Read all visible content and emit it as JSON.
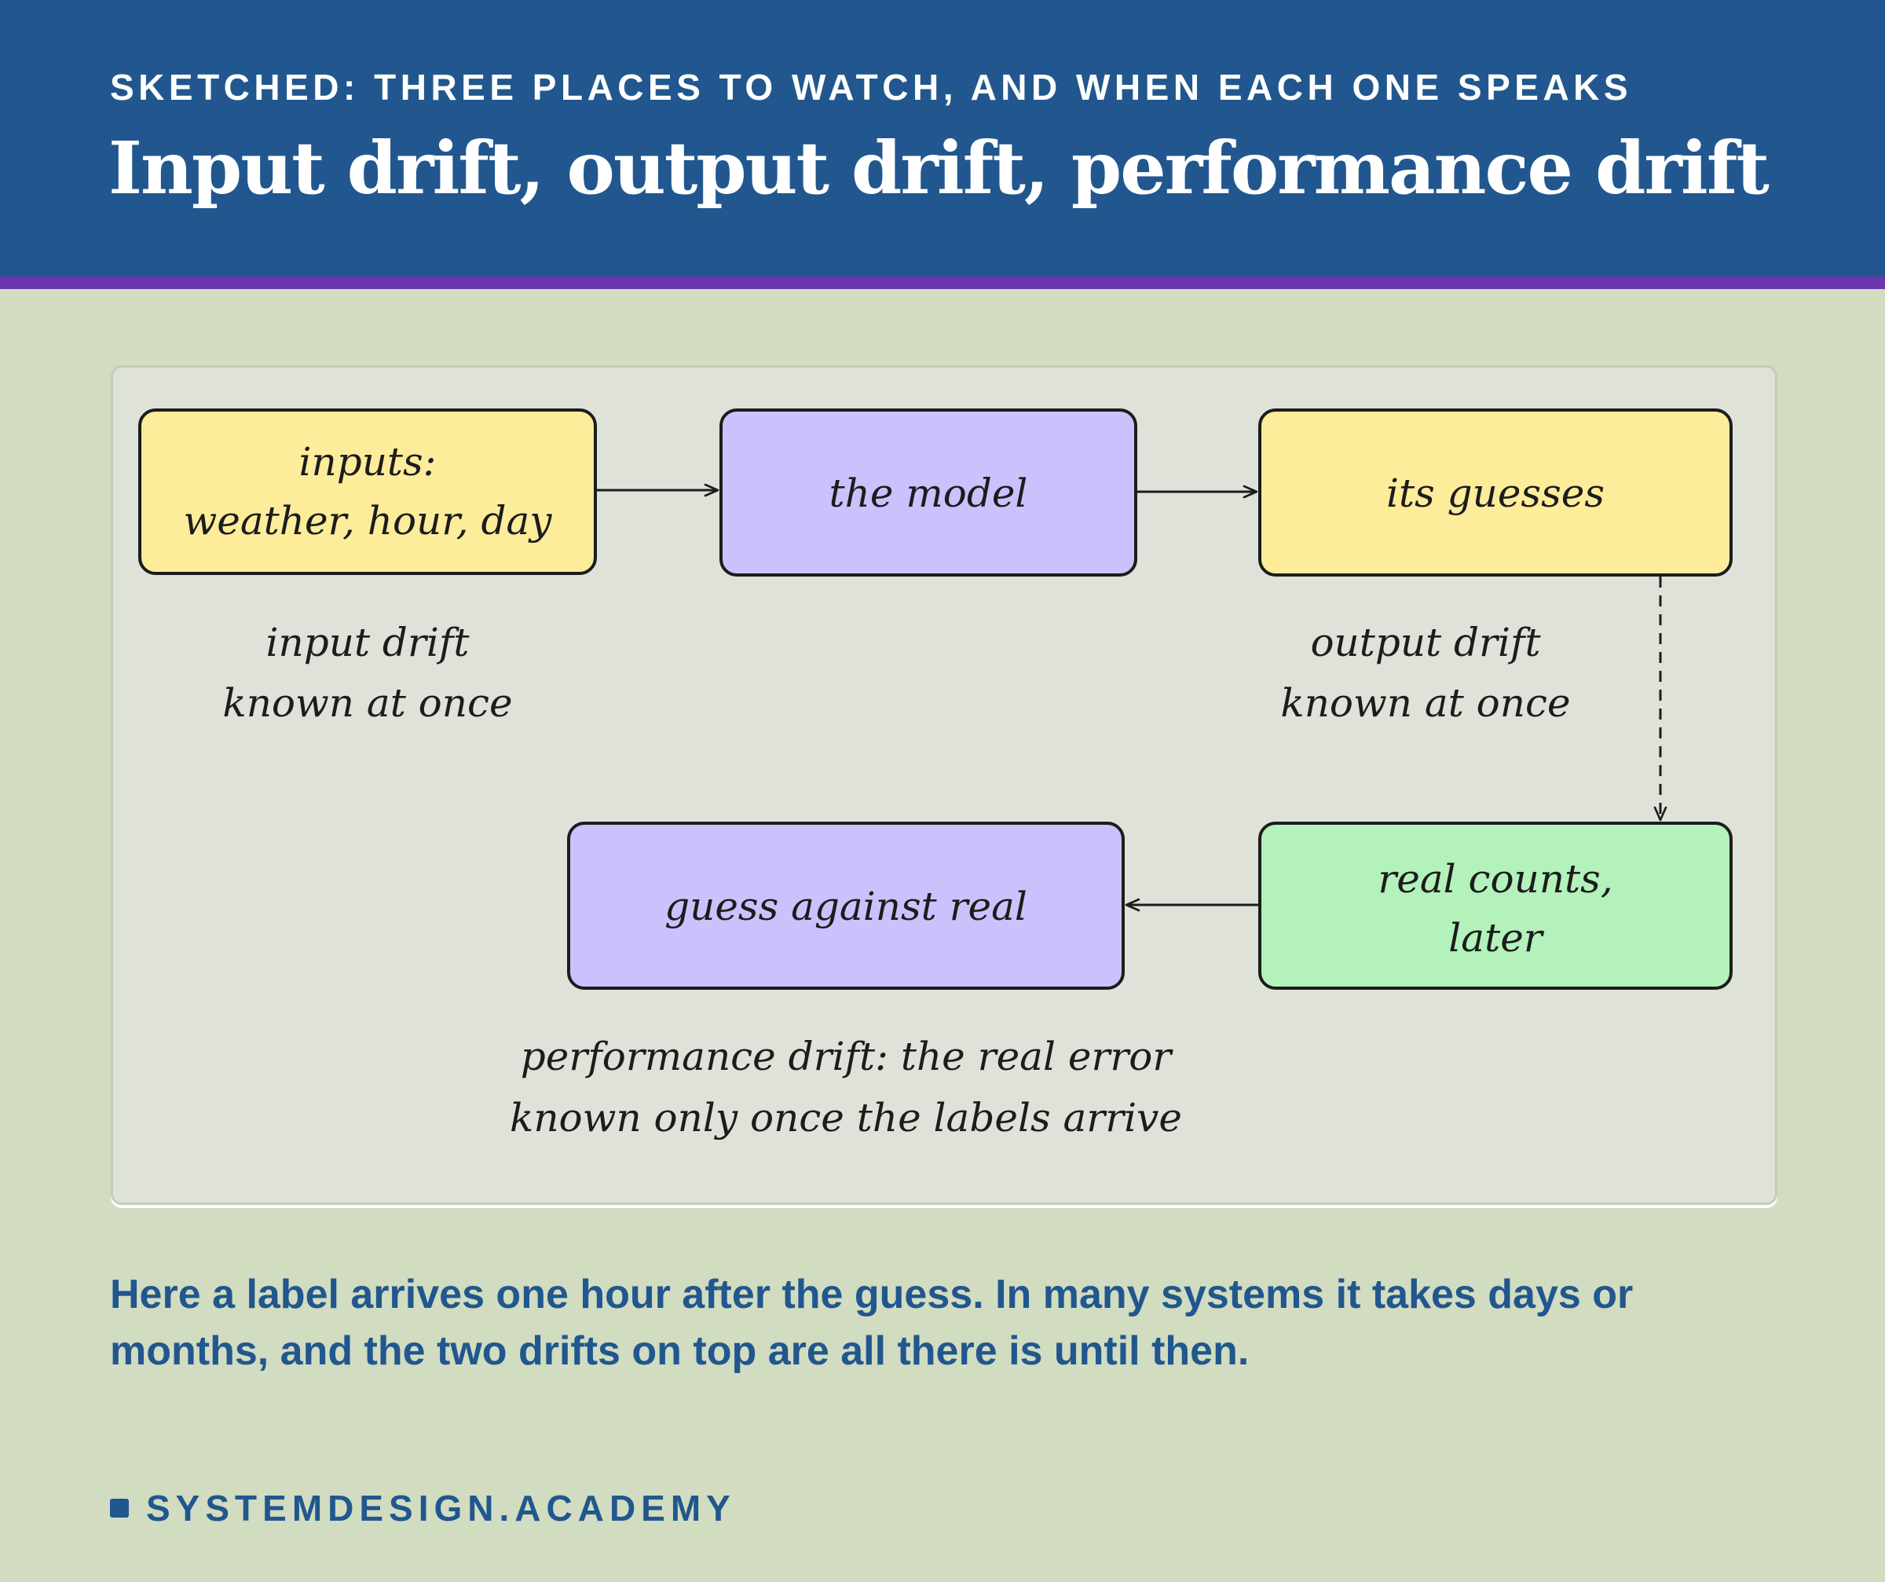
{
  "header": {
    "kicker": "SKETCHED: THREE PLACES TO WATCH, AND WHEN EACH ONE SPEAKS",
    "title": "Input drift, output drift, performance drift"
  },
  "diagram": {
    "boxes": {
      "inputs": {
        "lines": [
          "inputs:",
          "weather, hour, day"
        ],
        "color": "#fdec9a"
      },
      "model": {
        "lines": [
          "the model"
        ],
        "color": "#ccc1fd"
      },
      "guesses": {
        "lines": [
          "its guesses"
        ],
        "color": "#fdec9a"
      },
      "real_counts": {
        "lines": [
          "real counts,",
          "later"
        ],
        "color": "#b3f2bb"
      },
      "compare": {
        "lines": [
          "guess against real"
        ],
        "color": "#ccc1fd"
      }
    },
    "notes": {
      "input_drift": [
        "input drift",
        "known at once"
      ],
      "output_drift": [
        "output drift",
        "known at once"
      ],
      "performance_drift": [
        "performance drift: the real error",
        "known only once the labels arrive"
      ]
    }
  },
  "caption": "Here a label arrives one hour after the guess. In many systems it takes days or months, and the two drifts on top are all there is until then.",
  "brand": {
    "text": "SYSTEMDESIGN.ACADEMY",
    "color": "#21578e"
  },
  "colors": {
    "header": "#21578e",
    "stripe": "#6b35b0",
    "background": "#d1dcc0"
  }
}
